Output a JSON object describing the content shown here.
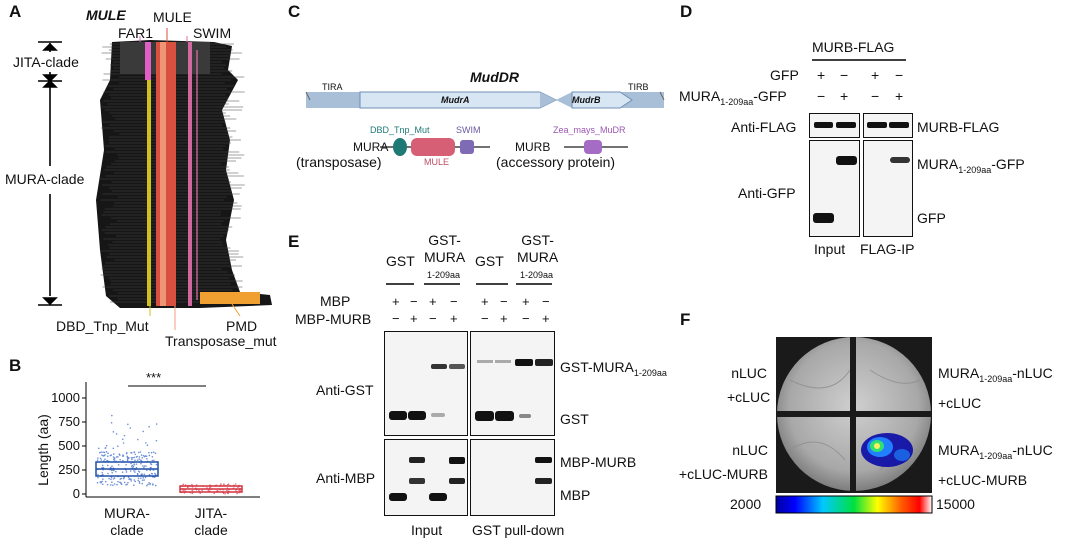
{
  "panels": {
    "A": {
      "letter": "A",
      "title": "MULE",
      "top_labels": [
        "FAR1",
        "MULE",
        "SWIM"
      ],
      "clades": [
        "JITA-clade",
        "MURA-clade"
      ],
      "bottom_labels": [
        "DBD_Tnp_Mut",
        "PMD",
        "Transposase_mut"
      ],
      "colors": {
        "FAR1": "#e05fc4",
        "MULE": "#d8503f",
        "SWIM": "#e56fae",
        "DBD_Tnp_Mut": "#cfc21f",
        "PMD": "#f0a030",
        "Transposase_mut": "#f3a07f"
      }
    },
    "B": {
      "letter": "B",
      "ylabel": "Length (aa)",
      "yticks": [
        "1000",
        "750",
        "500",
        "250",
        "0"
      ],
      "significance": "***",
      "categories": [
        [
          "MURA-",
          "clade"
        ],
        [
          "JITA-",
          "clade"
        ]
      ]
    },
    "C": {
      "letter": "C",
      "element": "MudDR",
      "tir_left": "TIRA",
      "tir_right": "TIRB",
      "genes": [
        "MudrA",
        "MudrB"
      ],
      "proteins": [
        {
          "name": "MURA",
          "role": "(transposase)",
          "domains": [
            "DBD_Tnp_Mut",
            "MULE",
            "SWIM"
          ]
        },
        {
          "name": "MURB",
          "role": "(accessory protein)",
          "domains": [
            "Zea_mays_MuDR"
          ]
        }
      ]
    },
    "D": {
      "letter": "D",
      "header": "MURB-FLAG",
      "rows": [
        {
          "label": "GFP",
          "marks": [
            "+",
            "−",
            "+",
            "−"
          ]
        },
        {
          "label_main": "MURA",
          "label_sub": "1-209aa",
          "label_suffix": "-GFP",
          "marks": [
            "−",
            "+",
            "−",
            "+"
          ]
        }
      ],
      "blot_left": [
        "Anti-FLAG",
        "Anti-GFP"
      ],
      "blot_right": {
        "murb": "MURB-FLAG",
        "mura_main": "MURA",
        "mura_sub": "1-209aa",
        "mura_suffix": "-GFP",
        "gfp": "GFP"
      },
      "bottom": [
        "Input",
        "FLAG-IP"
      ]
    },
    "E": {
      "letter": "E",
      "columns": [
        {
          "lines": [
            "GST"
          ]
        },
        {
          "lines": [
            "GST-",
            "MURA"
          ],
          "sub": "1-209aa"
        },
        {
          "lines": [
            "GST"
          ]
        },
        {
          "lines": [
            "GST-",
            "MURA"
          ],
          "sub": "1-209aa"
        }
      ],
      "rows": [
        {
          "label": "MBP",
          "marks": [
            "+",
            "−",
            "+",
            "−",
            "+",
            "−",
            "+",
            "−"
          ]
        },
        {
          "label": "MBP-MURB",
          "marks": [
            "−",
            "+",
            "−",
            "+",
            "−",
            "+",
            "−",
            "+"
          ]
        }
      ],
      "blot_left": [
        "Anti-GST",
        "Anti-MBP"
      ],
      "blot_right": {
        "gstmura_main": "GST-MURA",
        "gstmura_sub": "1-209aa",
        "gst": "GST",
        "mbpmurb": "MBP-MURB",
        "mbp": "MBP"
      },
      "bottom": [
        "Input",
        "GST pull-down"
      ]
    },
    "F": {
      "letter": "F",
      "left_labels": [
        [
          "nLUC",
          "+cLUC"
        ],
        [
          "nLUC",
          "+cLUC-MURB"
        ]
      ],
      "right_labels": [
        {
          "main": "MURA",
          "sub": "1-209aa",
          "suffix": "-nLUC",
          "second": "+cLUC"
        },
        {
          "main": "MURA",
          "sub": "1-209aa",
          "suffix": "-nLUC",
          "second": "+cLUC-MURB"
        }
      ],
      "scale_min": "2000",
      "scale_max": "15000"
    }
  }
}
